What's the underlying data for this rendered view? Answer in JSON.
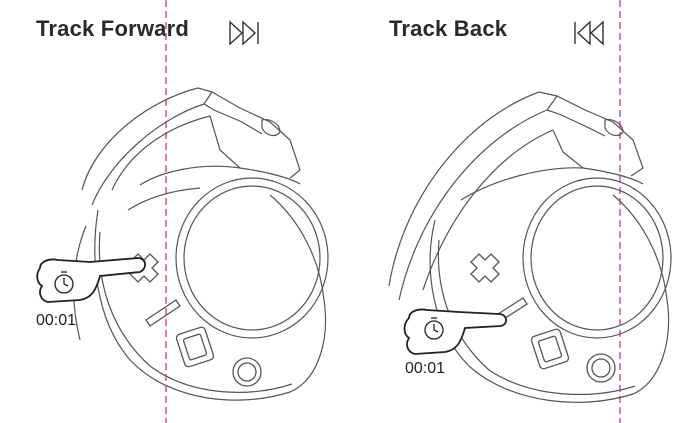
{
  "panels": [
    {
      "title": "Track Forward",
      "icon": "skip-forward-icon",
      "timer": "00:01",
      "pressed_button": "plus-button"
    },
    {
      "title": "Track Back",
      "icon": "skip-back-icon",
      "timer": "00:01",
      "pressed_button": "minus-button"
    }
  ],
  "colors": {
    "line": "#555555",
    "guide": "#c0268a",
    "title": "#2a2a2a"
  }
}
